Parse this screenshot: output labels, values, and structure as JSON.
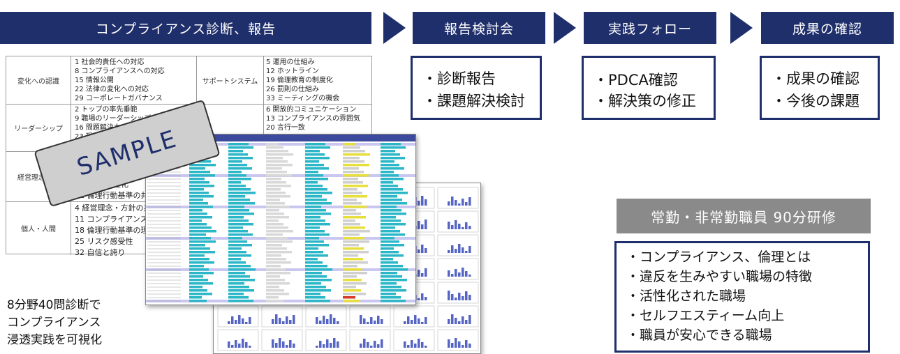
{
  "banner": "コンプライアンス診断、報告",
  "stages": [
    {
      "title": "報告検討会",
      "items": [
        "・診断報告",
        "・課題解決検討"
      ]
    },
    {
      "title": "実践フォロー",
      "items": [
        "・PDCA確認",
        "・解決策の修正"
      ]
    },
    {
      "title": "成果の確認",
      "items": [
        "・成果の確認",
        "・今後の課題"
      ]
    }
  ],
  "training": {
    "title": "常勤・非常勤職員 90分研修",
    "items": [
      "・コンプライアンス、倫理とは",
      "・違反を生みやすい職場の特徴",
      "・活性化された職場",
      "・セルフエスティーム向上",
      "・職員が安心できる職場"
    ]
  },
  "caption": [
    "8分野40問診断で",
    "コンプライアンス",
    "浸透実践を可視化"
  ],
  "sample_label": "SAMPLE",
  "categories": [
    {
      "label": "変化への認識",
      "items": [
        "1 社会的責任への対応",
        "8 コンプライアンスへの対応",
        "15 情報公開",
        "22 法律の変化への対応",
        "29 コーポレートガバナンス"
      ],
      "label2": "サポートシステム",
      "items2": [
        "5 運用の仕組み",
        "12 ホットライン",
        "19 倫理教育の制度化",
        "26 罰則の仕組み",
        "33 ミーティングの機会"
      ]
    },
    {
      "label": "リーダーシップ",
      "items": [
        "2 トップの率先垂範",
        "9 職場のリーダーシップ",
        "16 問題解決力",
        "23 現場力"
      ],
      "label2": "",
      "items2": [
        "6 開放的コミュニケーション",
        "13 コンプライアンスの雰囲気",
        "20 言行一致"
      ]
    },
    {
      "label": "経営理念と倫",
      "items": [
        "",
        "",
        "理基準の明確化",
        "31 倫理行動基準の共有化"
      ],
      "label2": "",
      "items2": []
    },
    {
      "label": "個人・人間",
      "items": [
        "4 経営理念・方針の共感性",
        "11 コンプライアンスへの問題意",
        "18 倫理行動基準の理解",
        "25 リスク感受性",
        "32 自信と誇り"
      ],
      "label2": "",
      "items2": []
    }
  ]
}
